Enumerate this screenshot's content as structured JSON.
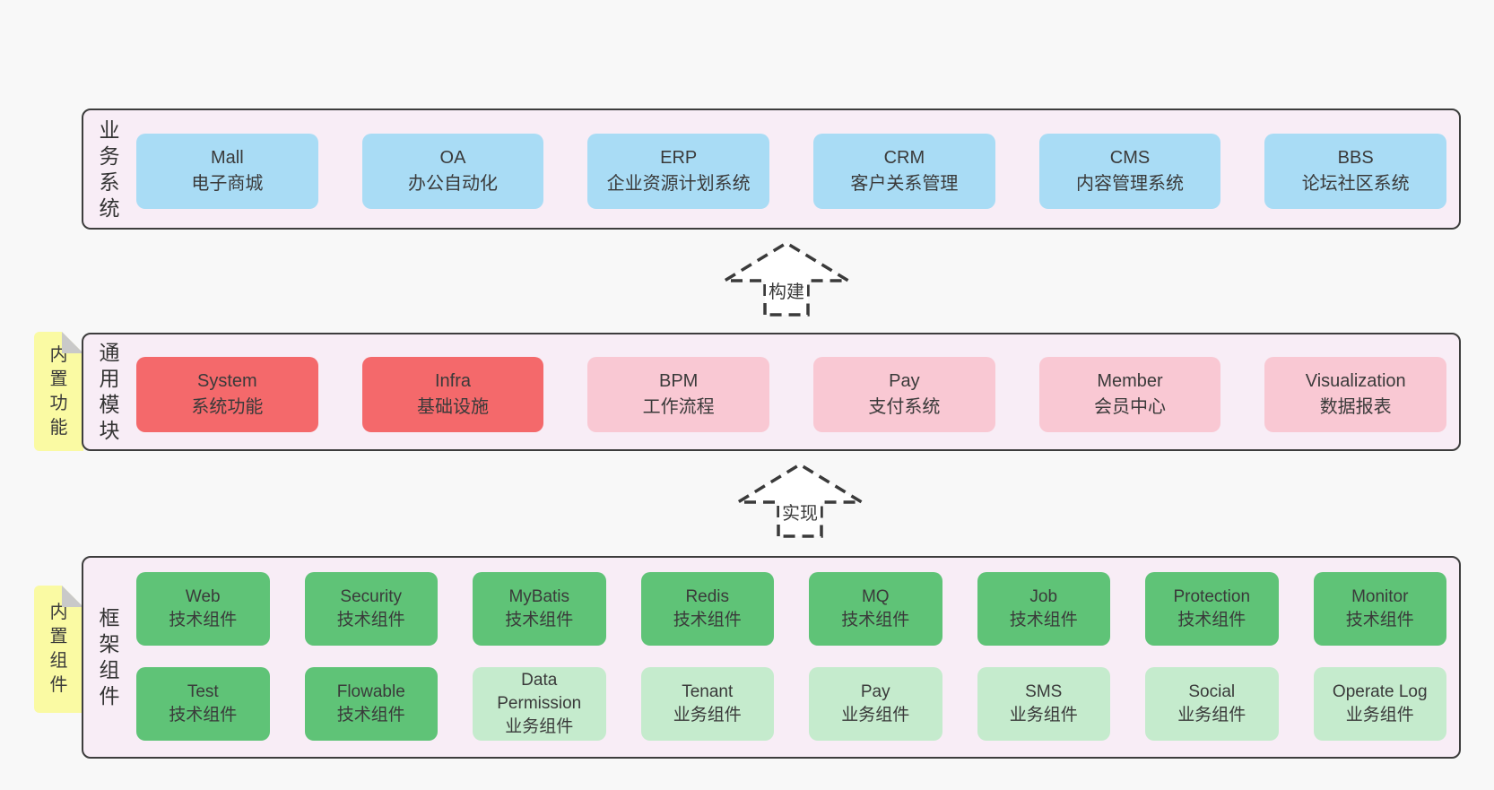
{
  "colors": {
    "page_bg": "#f8f8f8",
    "panel_bg": "#f8edf6",
    "panel_border": "#3d3d3d",
    "blue_box": "#a9dcf5",
    "red_box": "#f4696b",
    "pink_box": "#f9c8d3",
    "green_box": "#5fc377",
    "light_green_box": "#c5ebcd",
    "note_yellow": "#fafaa3",
    "note_fold_gray": "#c9c9c9",
    "text": "#3a3a3a",
    "arrow_fill": "#ffffff"
  },
  "arrows": {
    "build": "构建",
    "implement": "实现"
  },
  "sections": {
    "business": {
      "label": "业务系统",
      "boxes": [
        {
          "title": "Mall",
          "subtitle": "电子商城"
        },
        {
          "title": "OA",
          "subtitle": "办公自动化"
        },
        {
          "title": "ERP",
          "subtitle": "企业资源计划系统"
        },
        {
          "title": "CRM",
          "subtitle": "客户关系管理"
        },
        {
          "title": "CMS",
          "subtitle": "内容管理系统"
        },
        {
          "title": "BBS",
          "subtitle": "论坛社区系统"
        }
      ]
    },
    "modules": {
      "label": "通用模块",
      "note": "内置功能",
      "boxes": [
        {
          "title": "System",
          "subtitle": "系统功能"
        },
        {
          "title": "Infra",
          "subtitle": "基础设施"
        },
        {
          "title": "BPM",
          "subtitle": "工作流程"
        },
        {
          "title": "Pay",
          "subtitle": "支付系统"
        },
        {
          "title": "Member",
          "subtitle": "会员中心"
        },
        {
          "title": "Visualization",
          "subtitle": "数据报表"
        }
      ]
    },
    "components": {
      "label": "框架组件",
      "note": "内置组件",
      "row1": [
        {
          "title": "Web",
          "subtitle": "技术组件"
        },
        {
          "title": "Security",
          "subtitle": "技术组件"
        },
        {
          "title": "MyBatis",
          "subtitle": "技术组件"
        },
        {
          "title": "Redis",
          "subtitle": "技术组件"
        },
        {
          "title": "MQ",
          "subtitle": "技术组件"
        },
        {
          "title": "Job",
          "subtitle": "技术组件"
        },
        {
          "title": "Protection",
          "subtitle": "技术组件"
        },
        {
          "title": "Monitor",
          "subtitle": "技术组件"
        }
      ],
      "row2": [
        {
          "title": "Test",
          "subtitle": "技术组件"
        },
        {
          "title": "Flowable",
          "subtitle": "技术组件"
        },
        {
          "title": "Data\nPermission",
          "subtitle": "业务组件"
        },
        {
          "title": "Tenant",
          "subtitle": "业务组件"
        },
        {
          "title": "Pay",
          "subtitle": "业务组件"
        },
        {
          "title": "SMS",
          "subtitle": "业务组件"
        },
        {
          "title": "Social",
          "subtitle": "业务组件"
        },
        {
          "title": "Operate Log",
          "subtitle": "业务组件"
        }
      ]
    }
  }
}
